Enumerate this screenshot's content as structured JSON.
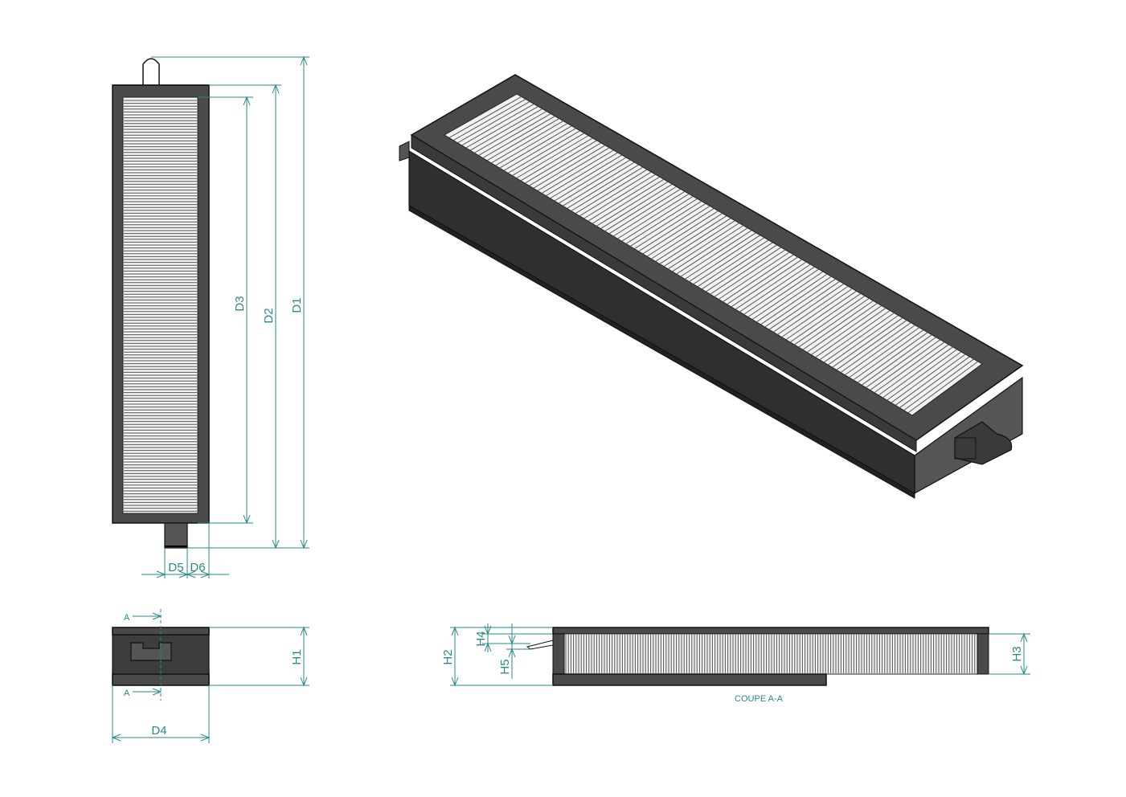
{
  "colors": {
    "dimension": "#2a8a86",
    "frame": "#4a4a4a",
    "media": "#f2f2f2"
  },
  "front_view": {
    "dims": {
      "d1": "D1",
      "d2": "D2",
      "d3": "D3",
      "d5": "D5",
      "d6": "D6"
    }
  },
  "end_view": {
    "section_marker": "A",
    "dims": {
      "h1": "H1",
      "d4": "D4"
    }
  },
  "section_view": {
    "caption": "COUPE A-A",
    "dims": {
      "h2": "H2",
      "h3": "H3",
      "h4": "H4",
      "h5": "H5"
    }
  }
}
